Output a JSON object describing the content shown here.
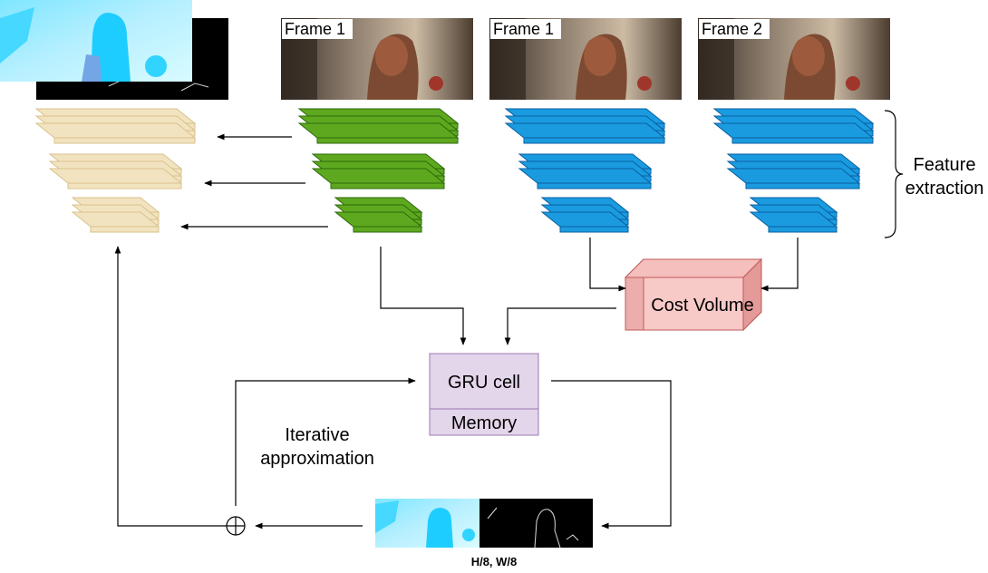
{
  "frames": [
    {
      "label": "Frame 1"
    },
    {
      "label": "Frame 1"
    },
    {
      "label": "Frame 2"
    }
  ],
  "nodes": {
    "cost_volume": "Cost Volume",
    "gru_cell": "GRU cell",
    "memory": "Memory"
  },
  "annotations": {
    "feature_extraction_line1": "Feature",
    "feature_extraction_line2": "extraction",
    "iterative_line1": "Iterative",
    "iterative_line2": "approximation",
    "resolution": "H/8, W/8",
    "combine_symbol": "⊕"
  },
  "colors": {
    "decoder_fill": "#f2e3c0",
    "decoder_stroke": "#d9c28a",
    "context_fill": "#5ea81f",
    "context_stroke": "#2d6a0b",
    "encoder_fill": "#1a9be0",
    "encoder_stroke": "#0b5fa0",
    "cost_front": "#f7c9c7",
    "cost_side": "#ecaeac",
    "cost_stroke": "#c05a58",
    "gru_fill": "#e3d5ea",
    "gru_stroke": "#9c78b0"
  }
}
